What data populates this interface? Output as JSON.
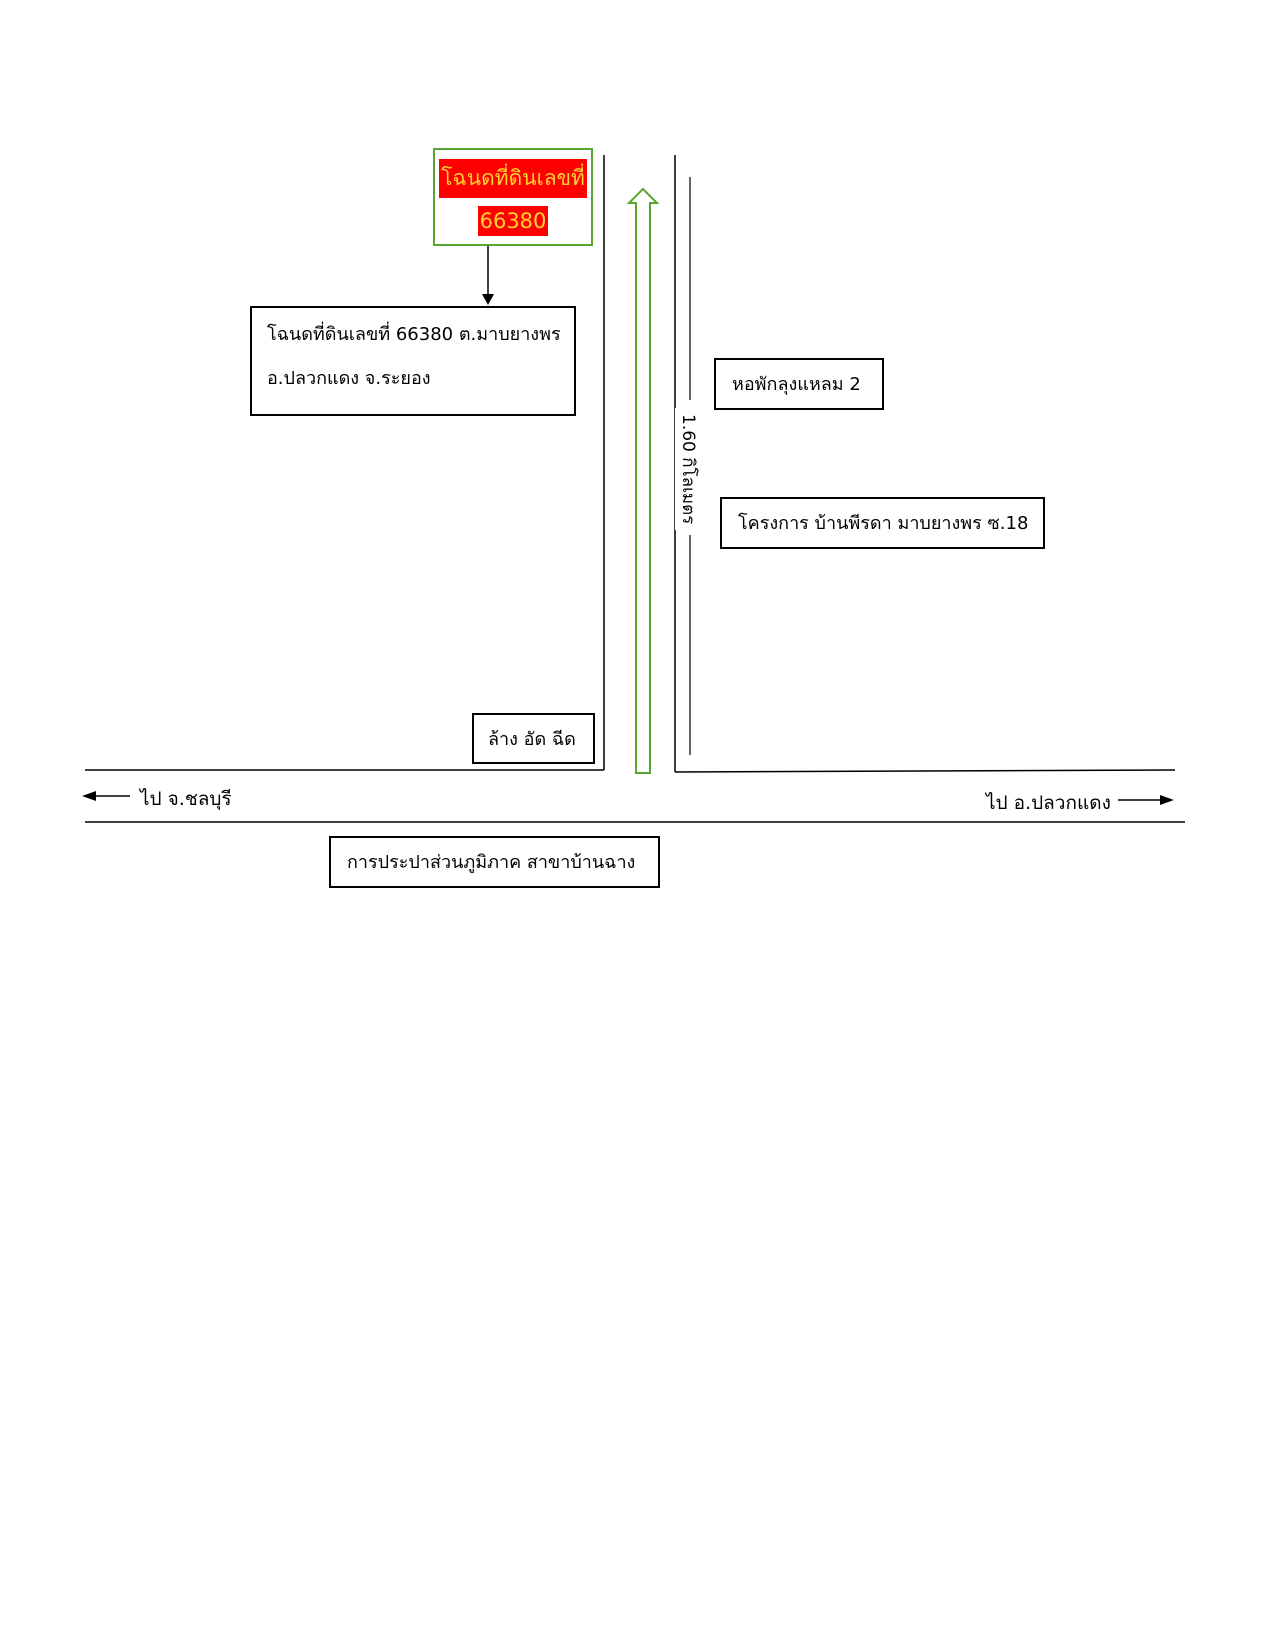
{
  "plot_sign": {
    "line1": "โฉนดที่ดินเลขที่",
    "line2": "66380"
  },
  "plot_info": {
    "line1": "โฉนดที่ดินเลขที่ 66380 ต.มาบยางพร",
    "line2": "อ.ปลวกแดง จ.ระยอง"
  },
  "landmarks": {
    "dorm": "หอพักลุงแหลม 2",
    "project": "โครงการ บ้านพีรดา มาบยางพร ซ.18",
    "car_wash": "ล้าง อัด ฉีด",
    "waterworks": "การประปาส่วนภูมิภาค สาขาบ้านฉาง"
  },
  "directions": {
    "left": "ไป จ.ชลบุรี",
    "right": "ไป อ.ปลวกแดง"
  },
  "distance": "1.60 กิโลเมตร",
  "colors": {
    "plot_border": "#5aa52e",
    "plot_fill": "#ff0000",
    "plot_text": "#ffd230",
    "route_arrow": "#5aa52e"
  }
}
